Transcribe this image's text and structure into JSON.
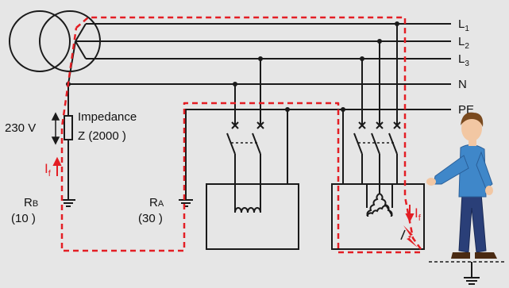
{
  "diagram": {
    "line_labels": [
      {
        "letter": "L",
        "sub": "1"
      },
      {
        "letter": "L",
        "sub": "2"
      },
      {
        "letter": "L",
        "sub": "3"
      },
      {
        "letter": "N",
        "sub": ""
      },
      {
        "letter": "PE",
        "sub": ""
      }
    ],
    "voltage_label": "230 V",
    "impedance_label_line1": "Impedance",
    "impedance_label_line2": "Z (2000    )",
    "fault_current_left": {
      "letter": "I",
      "sub": "f"
    },
    "fault_current_right": {
      "letter": "I",
      "sub": "f"
    },
    "rb_label": {
      "letter": "R",
      "sub": "B"
    },
    "rb_value": "(10     )",
    "ra_label": {
      "letter": "R",
      "sub": "A"
    },
    "ra_value": "(30     )"
  },
  "colors": {
    "background": "#e6e6e6",
    "conductor": "#1a1a1a",
    "fault_path": "#e31e24",
    "shirt": "#3f87c9",
    "trousers": "#2a3f78",
    "skin": "#f2c7a3",
    "hair": "#7a4a1f",
    "shoes": "#4a2a12"
  },
  "icons": [
    "transformer-icon",
    "ground-icon",
    "coil-icon",
    "delta-coil-icon",
    "spark-icon",
    "person-icon"
  ]
}
